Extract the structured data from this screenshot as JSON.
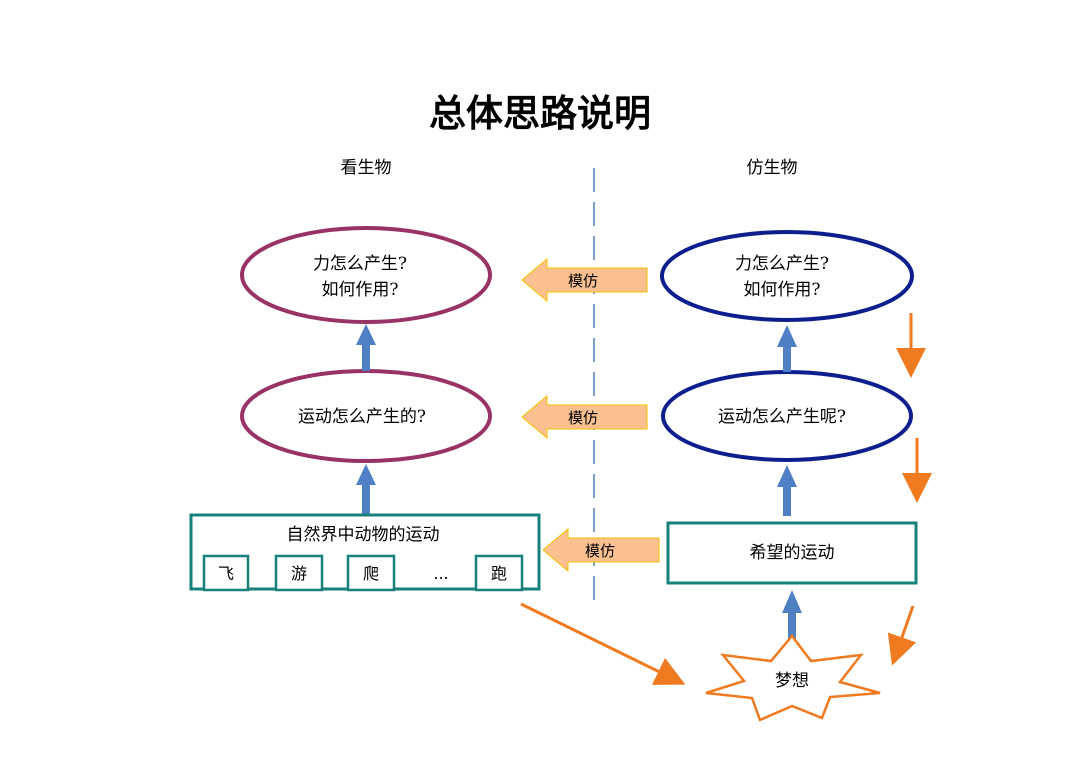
{
  "title": "总体思路说明",
  "left_column": {
    "heading": "看生物",
    "force_node": {
      "line1": "力怎么产生?",
      "line2": "如何作用?"
    },
    "motion_node": {
      "label": "运动怎么产生的?"
    },
    "nature_box": {
      "label": "自然界中动物的运动",
      "items": [
        "飞",
        "游",
        "爬",
        "...",
        "跑"
      ]
    }
  },
  "right_column": {
    "heading": "仿生物",
    "force_node": {
      "line1": "力怎么产生?",
      "line2": "如何作用?"
    },
    "motion_node": {
      "label": "运动怎么产生呢?"
    },
    "wish_box": {
      "label": "希望的运动"
    },
    "dream": {
      "label": "梦想"
    }
  },
  "imitate_arrows": [
    "模仿",
    "模仿",
    "模仿"
  ],
  "colors": {
    "left_ellipse": "#993366",
    "right_ellipse": "#0D1F8F",
    "box_border": "#17807A",
    "blue_arrow": "#4F7FC4",
    "orange_arrow": "#F07A1F",
    "imitate_fill": "#FAC090",
    "imitate_border": "#F2C200",
    "divider": "#4F81BD",
    "dream_border": "#F07A1F"
  }
}
